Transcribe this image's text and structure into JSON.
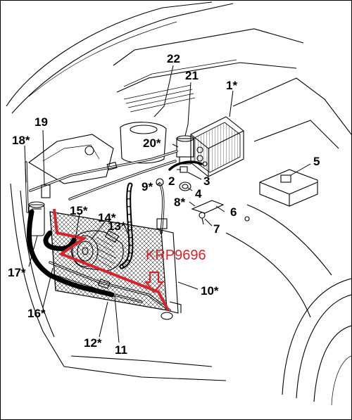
{
  "diagram": {
    "watermark": "KRP9696",
    "colors": {
      "line": "#000000",
      "highlight": "#d8232a",
      "background": "#ffffff"
    },
    "labels": [
      {
        "id": "l1",
        "text": "1*"
      },
      {
        "id": "l2",
        "text": "2"
      },
      {
        "id": "l3",
        "text": "3"
      },
      {
        "id": "l4",
        "text": "4"
      },
      {
        "id": "l5",
        "text": "5"
      },
      {
        "id": "l6",
        "text": "6"
      },
      {
        "id": "l7",
        "text": "7"
      },
      {
        "id": "l8",
        "text": "8*"
      },
      {
        "id": "l9",
        "text": "9*"
      },
      {
        "id": "l10",
        "text": "10*"
      },
      {
        "id": "l11",
        "text": "11"
      },
      {
        "id": "l12",
        "text": "12*"
      },
      {
        "id": "l13",
        "text": "13*"
      },
      {
        "id": "l14",
        "text": "14*"
      },
      {
        "id": "l15",
        "text": "15*"
      },
      {
        "id": "l16",
        "text": "16*"
      },
      {
        "id": "l17",
        "text": "17*"
      },
      {
        "id": "l18",
        "text": "18*"
      },
      {
        "id": "l19",
        "text": "19"
      },
      {
        "id": "l20",
        "text": "20*"
      },
      {
        "id": "l21",
        "text": "21"
      },
      {
        "id": "l22",
        "text": "22"
      }
    ]
  }
}
